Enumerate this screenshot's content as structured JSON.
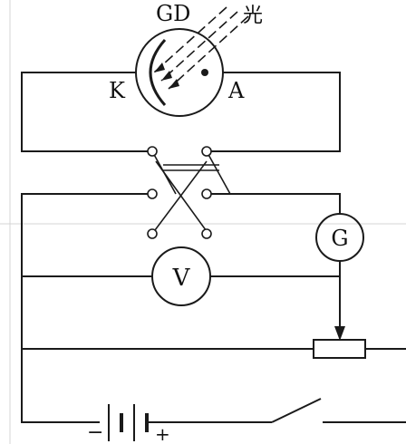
{
  "labels": {
    "phototube": "GD",
    "light": "光",
    "cathode": "K",
    "anode": "A",
    "galvanometer": "G",
    "voltmeter": "V",
    "minus": "−",
    "plus": "+"
  },
  "colors": {
    "line": "#1a1a1a",
    "background": "#ffffff",
    "guide": "#d4d4d4"
  }
}
